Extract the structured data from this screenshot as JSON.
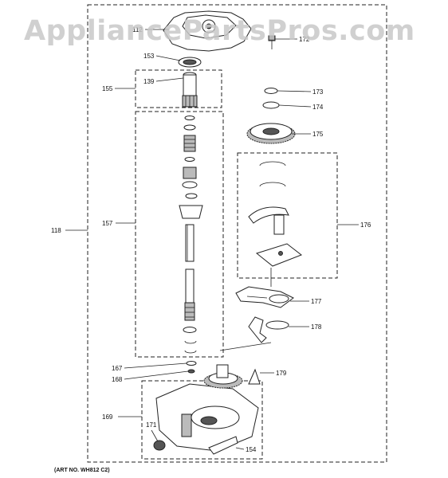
{
  "watermark": "AppliancePartsPros.com",
  "art_number": "(ART NO. WH812 C2)",
  "callouts": {
    "c112": "112",
    "c172": "172",
    "c153": "153",
    "c155": "155",
    "c139": "139",
    "c173": "173",
    "c174": "174",
    "c175": "175",
    "c157": "157",
    "c118": "118",
    "c176": "176",
    "c177": "177",
    "c178": "178",
    "c167": "167",
    "c168": "168",
    "c179": "179",
    "c169": "169",
    "c171": "171",
    "c154": "154"
  }
}
